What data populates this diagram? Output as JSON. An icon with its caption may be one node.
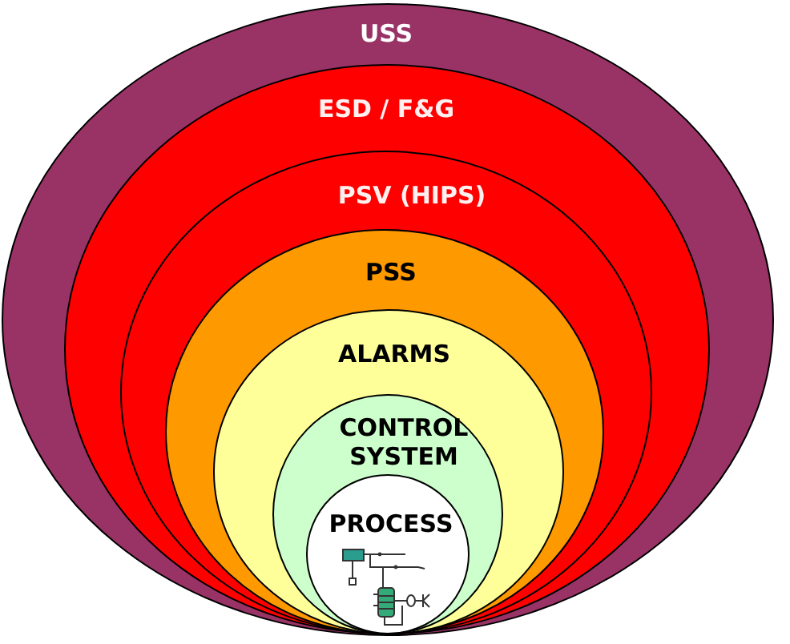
{
  "diagram": {
    "nodes": [
      {
        "text": [
          "USS"
        ]
      },
      {
        "text": [
          "ESD / F&G"
        ],
        "in": 0
      },
      {
        "text": [
          "PSV (HIPS)"
        ],
        "in": 1
      },
      {
        "text": [
          "PSS"
        ],
        "in": 2
      },
      {
        "text": [
          "ALARMS"
        ],
        "in": 3
      },
      {
        "text": [
          "CONTROL SYSTEM"
        ],
        "in": 4
      },
      {
        "text": [
          "PROCESS"
        ],
        "in": 5
      }
    ]
  }
}
